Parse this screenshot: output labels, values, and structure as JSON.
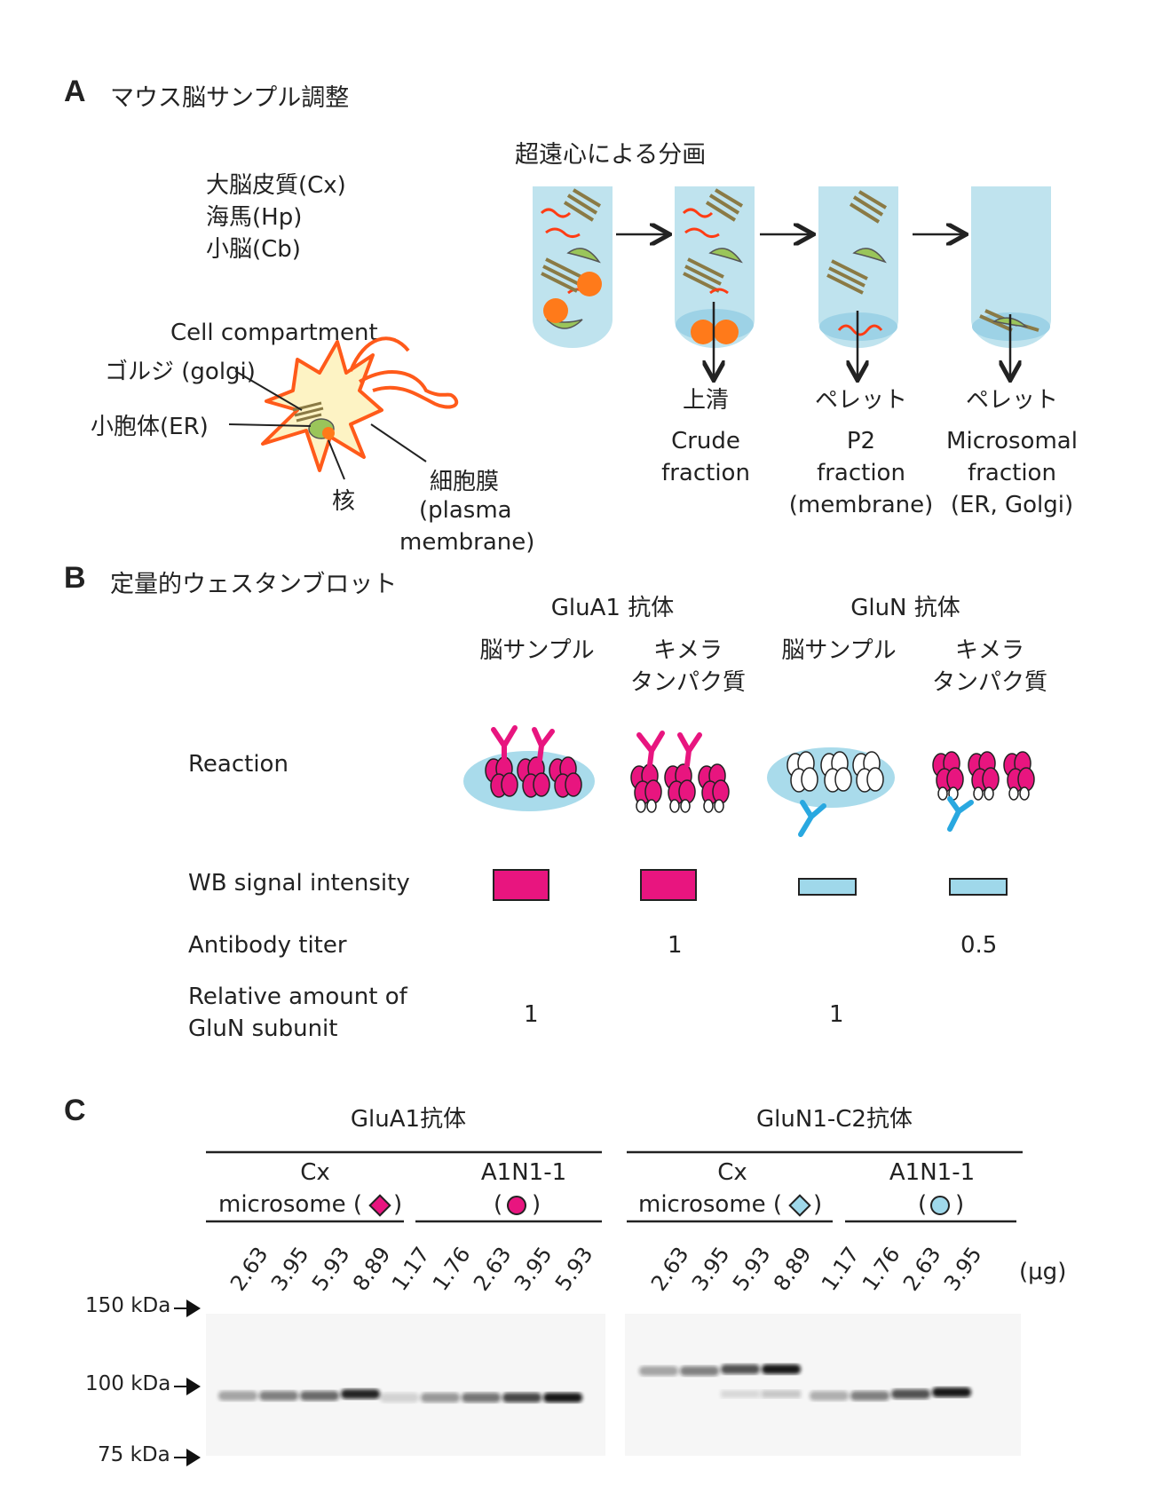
{
  "panelA": {
    "letter": "A",
    "title": "マウス脳サンプル調整",
    "regions": [
      "大脳皮質(Cx)",
      "海馬(Hp)",
      "小脳(Cb)"
    ],
    "fractionation_title": "超遠心による分画",
    "cell_labels": {
      "compartment": "Cell compartment",
      "golgi": "ゴルジ (golgi)",
      "er": "小胞体(ER)",
      "nucleus": "核",
      "membrane": "細胞膜",
      "membrane_en1": "(plasma",
      "membrane_en2": "membrane)"
    },
    "tubes": [
      {
        "caption_ja": "上清",
        "line1": "Crude",
        "line2": "fraction",
        "line3": ""
      },
      {
        "caption_ja": "ペレット",
        "line1": "P2",
        "line2": "fraction",
        "line3": "(membrane)"
      },
      {
        "caption_ja": "ペレット",
        "line1": "Microsomal",
        "line2": "fraction",
        "line3": "(ER, Golgi)"
      }
    ],
    "colors": {
      "tube": "#bfe3ee",
      "red": "#ff3c14",
      "orange": "#ff7a1a",
      "green": "#9ac55a",
      "olive": "#8a7a45",
      "cell": "#fdf3c4",
      "cell_edge": "#ff5a1a"
    }
  },
  "panelB": {
    "letter": "B",
    "title": "定量的ウェスタンブロット",
    "groups": [
      {
        "antibody": "GluA1 抗体",
        "col1": "脳サンプル",
        "col2a": "キメラ",
        "col2b": "タンパク質"
      },
      {
        "antibody": "GluN 抗体",
        "col1": "脳サンプル",
        "col2a": "キメラ",
        "col2b": "タンパク質"
      }
    ],
    "rows": {
      "reaction": "Reaction",
      "wb": "WB signal intensity",
      "titer": "Antibody titer",
      "relative1": "Relative amount of",
      "relative2": "GluN subunit"
    },
    "titer_values": [
      "1",
      "0.5"
    ],
    "relative_values": [
      "1",
      "1"
    ],
    "colors": {
      "magenta": "#e8157f",
      "cyan": "#29a8e0",
      "lightblue": "#9fd8ea"
    }
  },
  "panelC": {
    "letter": "C",
    "antibodies": [
      "GluA1抗体",
      "GluN1-C2抗体"
    ],
    "sample_groups": [
      {
        "line1": "Cx",
        "line2": "microsome (",
        "end": ")"
      },
      {
        "line1": "A1N1-1",
        "line2": "(",
        "end": ")"
      },
      {
        "line1": "Cx",
        "line2": "microsome (",
        "end": ")"
      },
      {
        "line1": "A1N1-1",
        "line2": "(",
        "end": ")"
      }
    ],
    "unit": "(μg)",
    "lane_amounts": [
      [
        "2.63",
        "3.95",
        "5.93",
        "8.89"
      ],
      [
        "1.17",
        "1.76",
        "2.63",
        "3.95",
        "5.93"
      ],
      [
        "2.63",
        "3.95",
        "5.93",
        "8.89"
      ],
      [
        "1.17",
        "1.76",
        "2.63",
        "3.95"
      ]
    ],
    "markers": [
      "150 kDa",
      "100 kDa",
      "75 kDa"
    ]
  }
}
